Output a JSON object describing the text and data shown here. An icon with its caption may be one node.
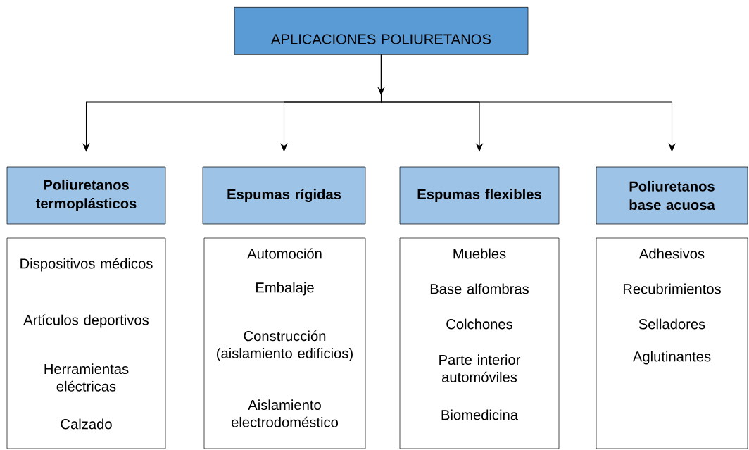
{
  "diagram": {
    "nodes": [
      {
        "text": [
          "APLICACIONES POLIURETANOS"
        ]
      },
      {
        "text": [
          "Poliuretanos termoplásticos"
        ]
      },
      {
        "text": [
          "Espumas rígidas"
        ]
      },
      {
        "text": [
          "Espumas flexibles"
        ]
      },
      {
        "text": [
          "Poliuretanos base acuosa"
        ]
      },
      {
        "text": [
          "Dispositivos médicos",
          "Artículos deportivos",
          "Herramientas eléctricas",
          "Calzado"
        ]
      },
      {
        "text": [
          "Automoción",
          "Embalaje",
          "Construcción (aislamiento edificios)",
          "Aislamiento electrodoméstico"
        ]
      },
      {
        "text": [
          "Muebles",
          "Base alfombras",
          "Colchones",
          "Parte interior automóviles",
          "Biomedicina"
        ]
      },
      {
        "text": [
          "Adhesivos",
          "Recubrimientos",
          "Selladores",
          "Aglutinantes"
        ]
      }
    ],
    "edges": [
      {
        "from": 0,
        "to": 1,
        "arrow": "to"
      },
      {
        "from": 0,
        "to": 2,
        "arrow": "to"
      },
      {
        "from": 0,
        "to": 3,
        "arrow": "to"
      },
      {
        "from": 0,
        "to": 4,
        "arrow": "to"
      }
    ]
  }
}
